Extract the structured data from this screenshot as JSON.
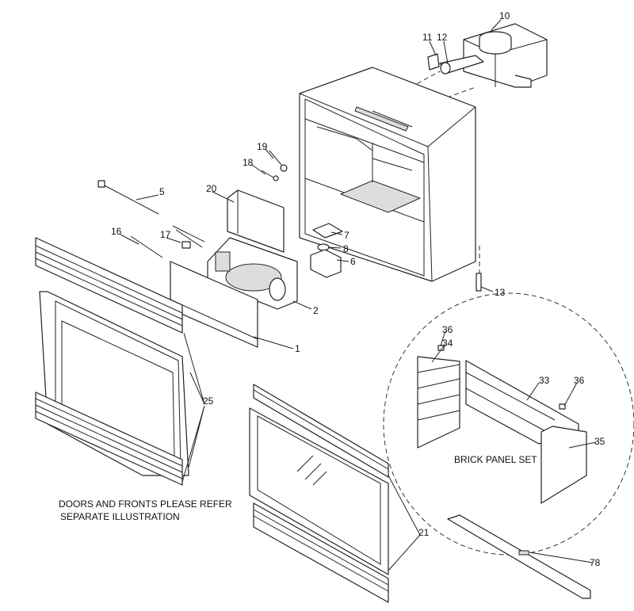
{
  "part_labels": {
    "p1": "1",
    "p2": "2",
    "p5": "5",
    "p6": "6",
    "p7": "7",
    "p8": "8",
    "p10": "10",
    "p11": "11",
    "p12": "12",
    "p13": "13",
    "p16": "16",
    "p17": "17",
    "p18": "18",
    "p19": "19",
    "p20": "20",
    "p21": "21",
    "p25": "25",
    "p33": "33",
    "p34": "34",
    "p35": "35",
    "p36a": "36",
    "p36b": "36",
    "p78": "78"
  },
  "notes": {
    "brick_panel_set": "BRICK PANEL SET",
    "doors_line1": "DOORS AND FRONTS PLEASE REFER",
    "doors_line2": "SEPARATE ILLUSTRATION"
  }
}
